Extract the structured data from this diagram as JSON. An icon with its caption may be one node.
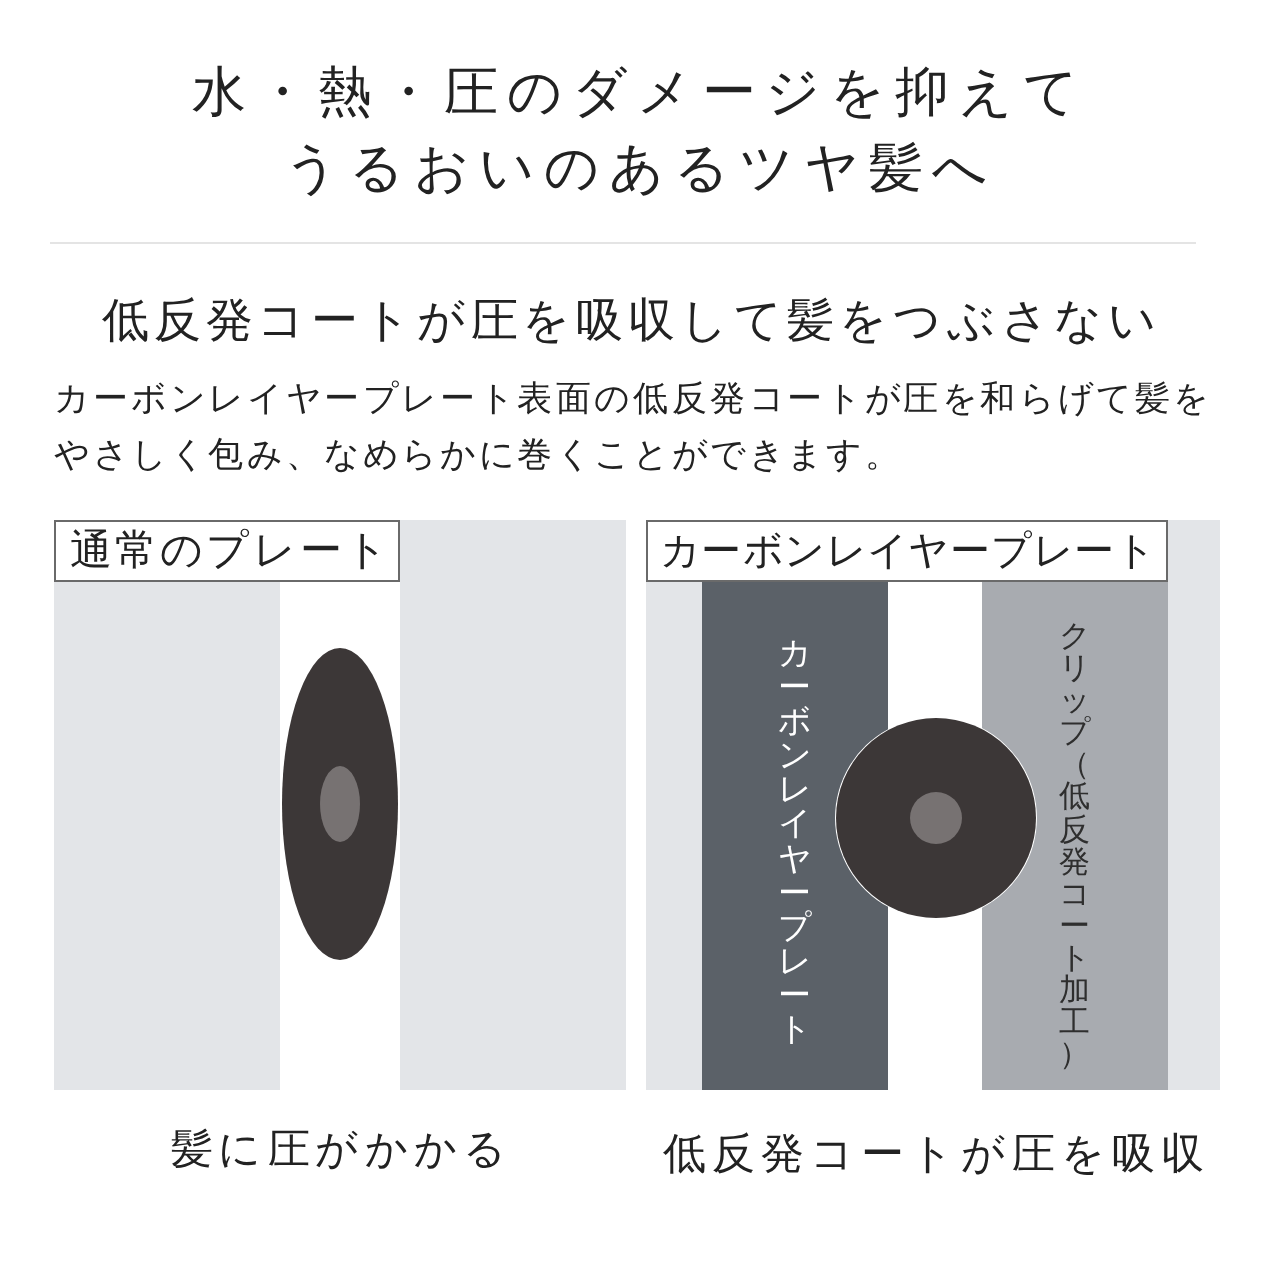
{
  "diagram": {
    "title": "水・熱・圧のダメージを抑えてうるおいのあるツヤ髪へ",
    "nodes": [
      {
        "text": [
          "通常のプレート"
        ]
      },
      {
        "text": [],
        "shape": "box"
      },
      {
        "text": [],
        "shape": "box"
      },
      {
        "text": [
          "カーボンレイヤープレート"
        ]
      },
      {
        "text": [],
        "shape": "box"
      },
      {
        "text": [
          "カーボンレイヤープレート"
        ],
        "in": 4
      },
      {
        "text": [],
        "shape": "box"
      },
      {
        "text": [
          "クリップ（低反発コート加工）"
        ],
        "in": 6
      }
    ],
    "labels": [
      "低反発コートが圧を吸収して髪をつぶさない",
      "カーボンレイヤープレート表面の低反発コートが圧を和らげて髪をやさしく包み、なめらかに巻くことができます。",
      "髪に圧がかかる",
      "低反発コートが圧を吸収"
    ]
  }
}
